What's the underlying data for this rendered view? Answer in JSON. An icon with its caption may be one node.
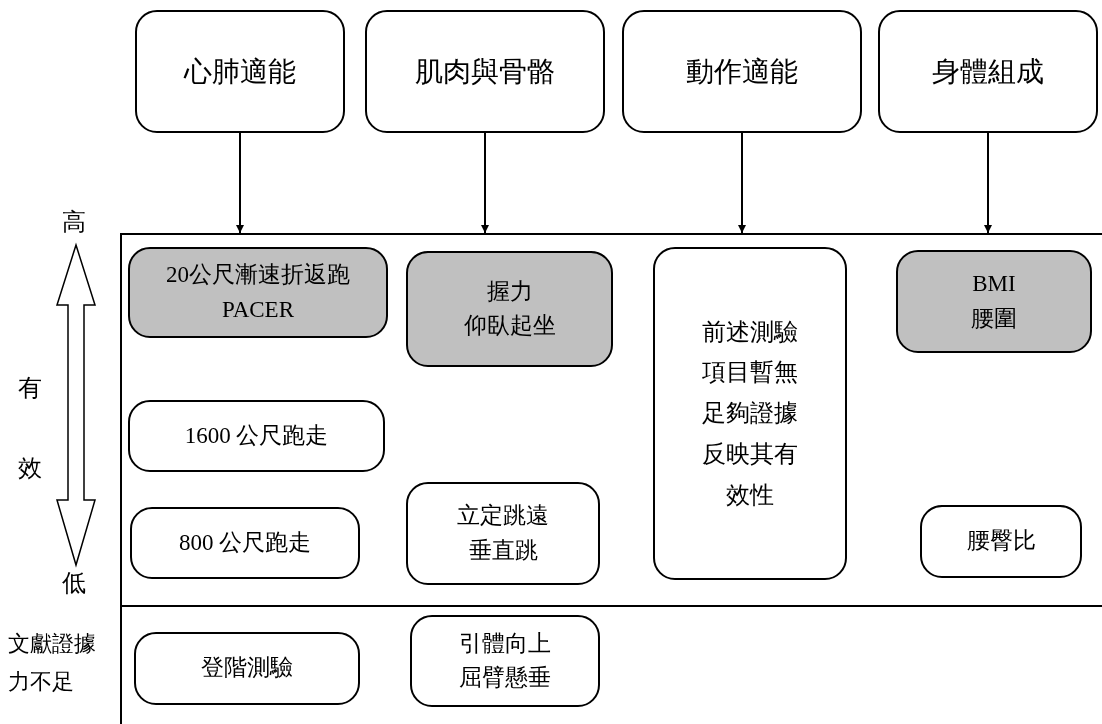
{
  "diagram": {
    "nodes": [
      {
        "text": [
          "心肺適能"
        ]
      },
      {
        "text": [
          "肌肉與骨骼"
        ]
      },
      {
        "text": [
          "動作適能"
        ]
      },
      {
        "text": [
          "身體組成"
        ]
      },
      {
        "text": [],
        "shape": "box"
      },
      {
        "text": [
          "20公尺漸速折返跑",
          "PACER"
        ],
        "in": 4
      },
      {
        "text": [
          "握力",
          "仰臥起坐"
        ],
        "in": 4
      },
      {
        "text": [
          "前述測驗項目暫無足夠證據反映其有效性"
        ],
        "in": 4
      },
      {
        "text": [
          "BMI",
          "腰圍"
        ],
        "in": 4
      },
      {
        "text": [
          "1600 公尺跑走"
        ],
        "in": 4
      },
      {
        "text": [
          "立定跳遠",
          "垂直跳"
        ],
        "in": 4
      },
      {
        "text": [
          "800 公尺跑走"
        ],
        "in": 4
      },
      {
        "text": [
          "腰臀比"
        ],
        "in": 4
      },
      {
        "text": [
          "登階測驗"
        ]
      },
      {
        "text": [
          "引體向上",
          "屈臂懸垂"
        ]
      }
    ],
    "edges": [
      {
        "from": 0,
        "to": 4,
        "arrow": "to"
      },
      {
        "from": 1,
        "to": 4,
        "arrow": "to"
      },
      {
        "from": 2,
        "to": 4,
        "arrow": "to"
      },
      {
        "from": 3,
        "to": 4,
        "arrow": "to"
      }
    ],
    "labels": [
      "高",
      "有",
      "效",
      "低",
      "文獻證據力不足"
    ]
  }
}
